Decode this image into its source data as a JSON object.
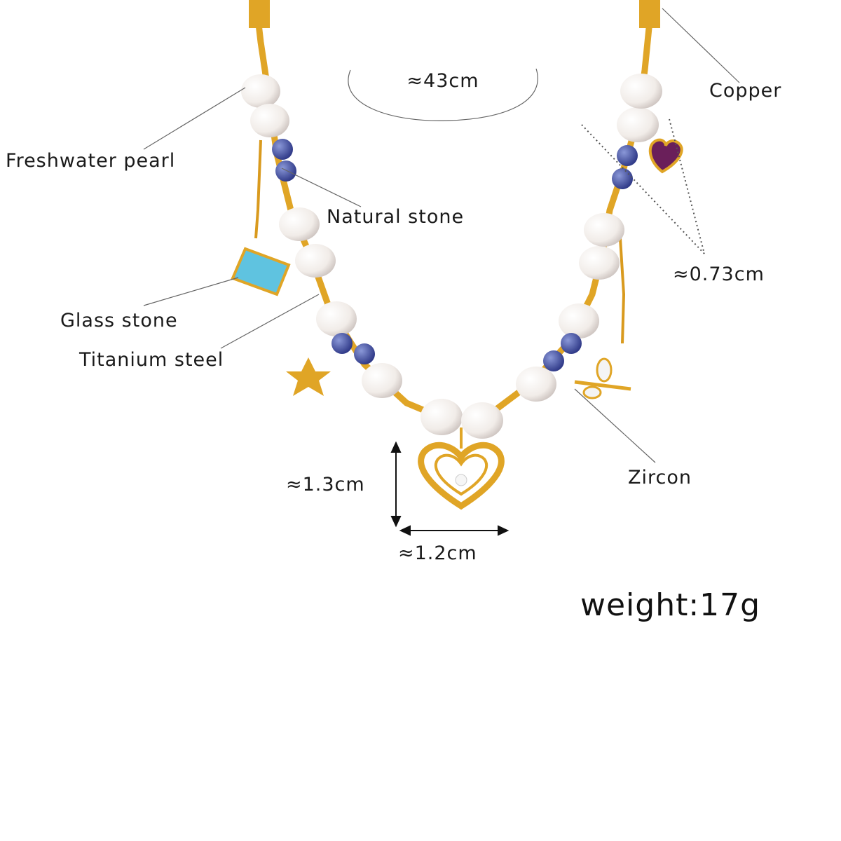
{
  "product": {
    "labels": {
      "length": "≈43cm",
      "copper": "Copper",
      "freshwater_pearl": "Freshwater pearl",
      "natural_stone": "Natural stone",
      "charm_size": "≈0.73cm",
      "glass_stone": "Glass stone",
      "titanium_steel": "Titanium steel",
      "zircon": "Zircon",
      "pendant_height": "≈1.3cm",
      "pendant_width": "≈1.2cm"
    },
    "weight": "weight:17g",
    "colors": {
      "gold": "#e0a526",
      "pearl": "#f3efec",
      "stone": "#3f4fa8",
      "glass": "#5fc3e0",
      "heart_gem": "#6a1f5a"
    }
  }
}
